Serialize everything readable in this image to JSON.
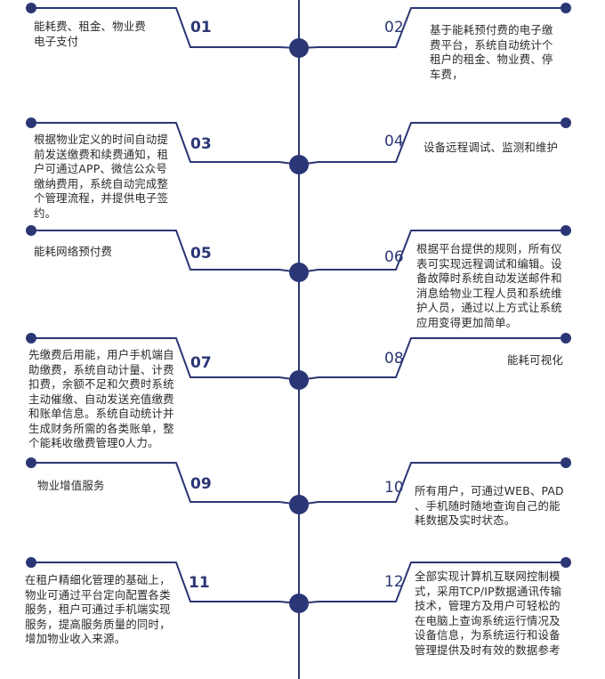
{
  "items": [
    {
      "num": "01",
      "text": "能耗费、租金、物业费\n电子支付"
    },
    {
      "num": "02",
      "text": "基于能耗预付费的电子缴\n费平台，系统自动统计个\n租户的租金、物业费、停\n车费，"
    },
    {
      "num": "03",
      "text": "根据物业定义的时间自动提\n前发送缴费和续费通知，租\n户可通过APP、微信公众号\n缴纳费用，系统自动完成整\n个管理流程，并提供电子签\n约。"
    },
    {
      "num": "04",
      "text": "设备远程调试、监测和维护"
    },
    {
      "num": "05",
      "text": "能耗网络预付费"
    },
    {
      "num": "06",
      "text": "根据平台提供的规则，所有仪\n表可实现远程调试和编辑。设\n备故障时系统自动发送邮件和\n消息给物业工程人员和系统维\n护人员，通过以上方式让系统\n应用变得更加简单。"
    },
    {
      "num": "07",
      "text": "先缴费后用能，用户手机端自\n助缴费，系统自动计量、计费\n扣费，余额不足和欠费时系统\n主动催缴、自动发送充值缴费\n和账单信息。系统自动统计并\n生成财务所需的各类账单，整\n个能耗收缴费管理0人力。"
    },
    {
      "num": "08",
      "text": "能耗可视化"
    },
    {
      "num": "09",
      "text": "物业增值服务"
    },
    {
      "num": "10",
      "text": "所有用户，可通过WEB、PAD\n、手机随时随地查询自己的能\n耗数据及实时状态。"
    },
    {
      "num": "11",
      "text": "在租户精细化管理的基础上，\n物业可通过平台定向配置各类\n服务，租户可通过手机端实现\n服务，提高服务质量的同时，\n增加物业收入来源。"
    },
    {
      "num": "12",
      "text": "全部实现计算机互联网控制模\n式，采用TCP/IP数据通讯传输\n技术，管理方及用户可轻松的\n在电脑上查询系统运行情况及\n设备信息，为系统运行和设备\n管理提供及时有效的数据参考"
    }
  ],
  "colors": {
    "line": "#2b3674",
    "text": "#2a2a2a"
  }
}
